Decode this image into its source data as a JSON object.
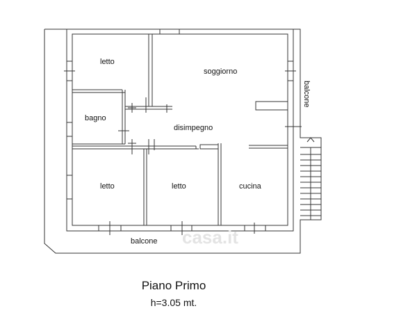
{
  "plan": {
    "rooms": {
      "letto_top": "letto",
      "soggiorno": "soggiorno",
      "bagno": "bagno",
      "disimpegno": "disimpegno",
      "letto_left": "letto",
      "letto_mid": "letto",
      "cucina": "cucina"
    },
    "balcony_right": "balcone",
    "balcony_bottom": "balcone",
    "watermark": "casa.it"
  },
  "caption": {
    "title": "Piano Primo",
    "height": "h=3.05 mt."
  }
}
